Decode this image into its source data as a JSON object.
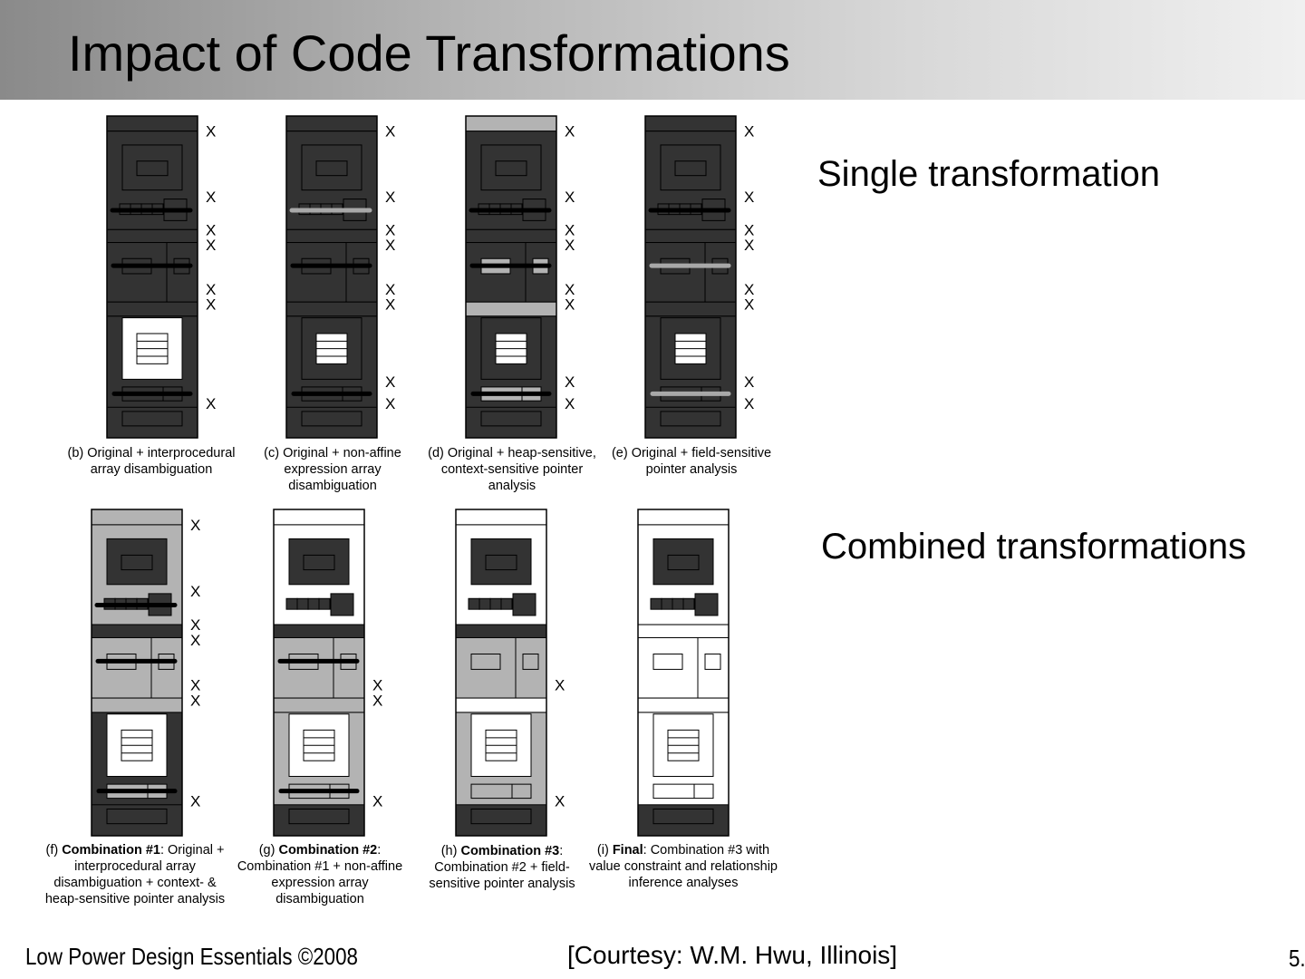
{
  "slide": {
    "title": "Impact of Code Transformations",
    "section_single": "Single transformation",
    "section_combined": "Combined transformations",
    "footer_left": "Low Power Design Essentials ©2008",
    "footer_center": "[Courtesy: W.M. Hwu, Illinois]",
    "footer_right": "5."
  },
  "colors": {
    "dark": "#333333",
    "gray": "#b3b3b3",
    "white": "#ffffff",
    "line": "#000000"
  },
  "marker": "X",
  "panels": [
    {
      "id": "b",
      "caption_prefix": "(b) ",
      "caption_bold": "",
      "caption_rest": "Original + interprocedural array disambiguation",
      "fills": [
        "dark",
        "dark",
        "dark",
        "dark",
        "dark",
        "dark",
        "dark"
      ],
      "boxes": {
        "top_inner": "dark",
        "mid_cells": "dark",
        "mid_big": "dark",
        "lower_pair": "dark",
        "bottom_outer": "white",
        "bottom_inner": "white",
        "bottom_pair": "dark",
        "bottom_last": "dark"
      },
      "bars": {
        "b1": "black",
        "b2": "black",
        "b3": "black"
      },
      "markers": [
        "b1",
        "b2",
        "b3",
        "b4",
        "b5",
        "b6",
        "b8"
      ]
    },
    {
      "id": "c",
      "caption_prefix": "(c) ",
      "caption_bold": "",
      "caption_rest": "Original + non-affine expression array disambiguation",
      "fills": [
        "dark",
        "dark",
        "dark",
        "dark",
        "dark",
        "dark",
        "dark"
      ],
      "boxes": {
        "top_inner": "dark",
        "mid_cells": "dark",
        "mid_big": "dark",
        "lower_pair": "dark",
        "bottom_outer": "dark",
        "bottom_inner": "white",
        "bottom_pair": "dark",
        "bottom_last": "dark"
      },
      "bars": {
        "b1": "gray",
        "b2": "black",
        "b3": "black"
      },
      "markers": [
        "b1",
        "b2",
        "b3",
        "b4",
        "b5",
        "b6",
        "b7",
        "b8"
      ]
    },
    {
      "id": "d",
      "caption_prefix": "(d) ",
      "caption_bold": "",
      "caption_rest": "Original + heap-sensitive, context-sensitive pointer analysis",
      "fills": [
        "gray",
        "dark",
        "dark",
        "dark",
        "gray",
        "dark",
        "dark"
      ],
      "boxes": {
        "top_inner": "dark",
        "mid_cells": "dark",
        "mid_big": "dark",
        "lower_pair": "gray",
        "bottom_outer": "dark",
        "bottom_inner": "white",
        "bottom_pair": "gray",
        "bottom_last": "dark"
      },
      "bars": {
        "b1": "black",
        "b2": "black",
        "b3": "black"
      },
      "markers": [
        "b1",
        "b2",
        "b3",
        "b4",
        "b5",
        "b6",
        "b7",
        "b8"
      ]
    },
    {
      "id": "e",
      "caption_prefix": "(e) ",
      "caption_bold": "",
      "caption_rest": "Original + field-sensitive pointer analysis",
      "fills": [
        "dark",
        "dark",
        "dark",
        "dark",
        "dark",
        "dark",
        "dark"
      ],
      "boxes": {
        "top_inner": "dark",
        "mid_cells": "dark",
        "mid_big": "dark",
        "lower_pair": "dark",
        "bottom_outer": "dark",
        "bottom_inner": "white",
        "bottom_pair": "dark",
        "bottom_last": "dark"
      },
      "bars": {
        "b1": "black",
        "b2": "gray",
        "b3": "gray"
      },
      "markers": [
        "b1",
        "b2",
        "b3",
        "b4",
        "b5",
        "b6",
        "b7",
        "b8"
      ]
    },
    {
      "id": "f",
      "caption_prefix": "(f) ",
      "caption_bold": "Combination #1",
      "caption_rest": ": Original + interprocedural array disambiguation + context- & heap-sensitive pointer analysis",
      "fills": [
        "gray",
        "gray",
        "dark",
        "gray",
        "gray",
        "dark",
        "dark"
      ],
      "boxes": {
        "top_inner": "dark",
        "mid_cells": "dark",
        "mid_big": "dark",
        "lower_pair": "gray",
        "bottom_outer": "white",
        "bottom_inner": "white",
        "bottom_pair": "gray",
        "bottom_last": "dark"
      },
      "bars": {
        "b1": "black",
        "b2": "black",
        "b3": "black"
      },
      "markers": [
        "b1",
        "b2",
        "b3",
        "b4",
        "b5",
        "b6",
        "b8"
      ]
    },
    {
      "id": "g",
      "caption_prefix": "(g) ",
      "caption_bold": "Combination #2",
      "caption_rest": ": Combination #1 + non-affine expression array disambiguation",
      "fills": [
        "white",
        "white",
        "dark",
        "gray",
        "gray",
        "gray",
        "dark"
      ],
      "boxes": {
        "top_inner": "dark",
        "mid_cells": "dark",
        "mid_big": "dark",
        "lower_pair": "gray",
        "bottom_outer": "white",
        "bottom_inner": "white",
        "bottom_pair": "gray",
        "bottom_last": "dark"
      },
      "bars": {
        "b1": "none",
        "b2": "black",
        "b3": "black"
      },
      "markers": [
        "b5",
        "b6",
        "b8"
      ]
    },
    {
      "id": "h",
      "caption_prefix": "(h) ",
      "caption_bold": "Combination #3",
      "caption_rest": ": Combination #2 + field-sensitive pointer analysis",
      "fills": [
        "white",
        "white",
        "dark",
        "gray",
        "white",
        "gray",
        "dark"
      ],
      "boxes": {
        "top_inner": "dark",
        "mid_cells": "dark",
        "mid_big": "dark",
        "lower_pair": "gray",
        "bottom_outer": "white",
        "bottom_inner": "white",
        "bottom_pair": "gray",
        "bottom_last": "dark"
      },
      "bars": {
        "b1": "none",
        "b2": "none",
        "b3": "none"
      },
      "markers": [
        "b5",
        "b8"
      ]
    },
    {
      "id": "i",
      "caption_prefix": "(i) ",
      "caption_bold": "Final",
      "caption_rest": ": Combination #3 with value constraint and relationship inference analyses",
      "fills": [
        "white",
        "white",
        "white",
        "white",
        "white",
        "white",
        "dark"
      ],
      "boxes": {
        "top_inner": "dark",
        "mid_cells": "dark",
        "mid_big": "dark",
        "lower_pair": "white",
        "bottom_outer": "white",
        "bottom_inner": "white",
        "bottom_pair": "white",
        "bottom_last": "dark"
      },
      "bars": {
        "b1": "none",
        "b2": "none",
        "b3": "none"
      },
      "markers": []
    }
  ]
}
